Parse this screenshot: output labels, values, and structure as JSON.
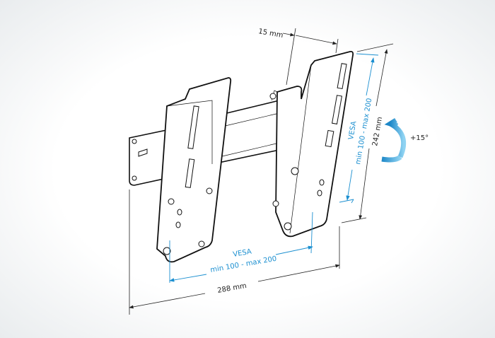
{
  "dimensions": {
    "offset": "15 mm",
    "height": "242 mm",
    "width": "288 mm",
    "tilt": "+15°"
  },
  "vesa": {
    "vertical_title": "VESA",
    "vertical_range": "min 100 - max 200",
    "horizontal_title": "VESA",
    "horizontal_range": "min 100 - max 200"
  },
  "colors": {
    "accent": "#1b8fd0",
    "line": "#222222",
    "arrow": "#4fb8e6"
  }
}
